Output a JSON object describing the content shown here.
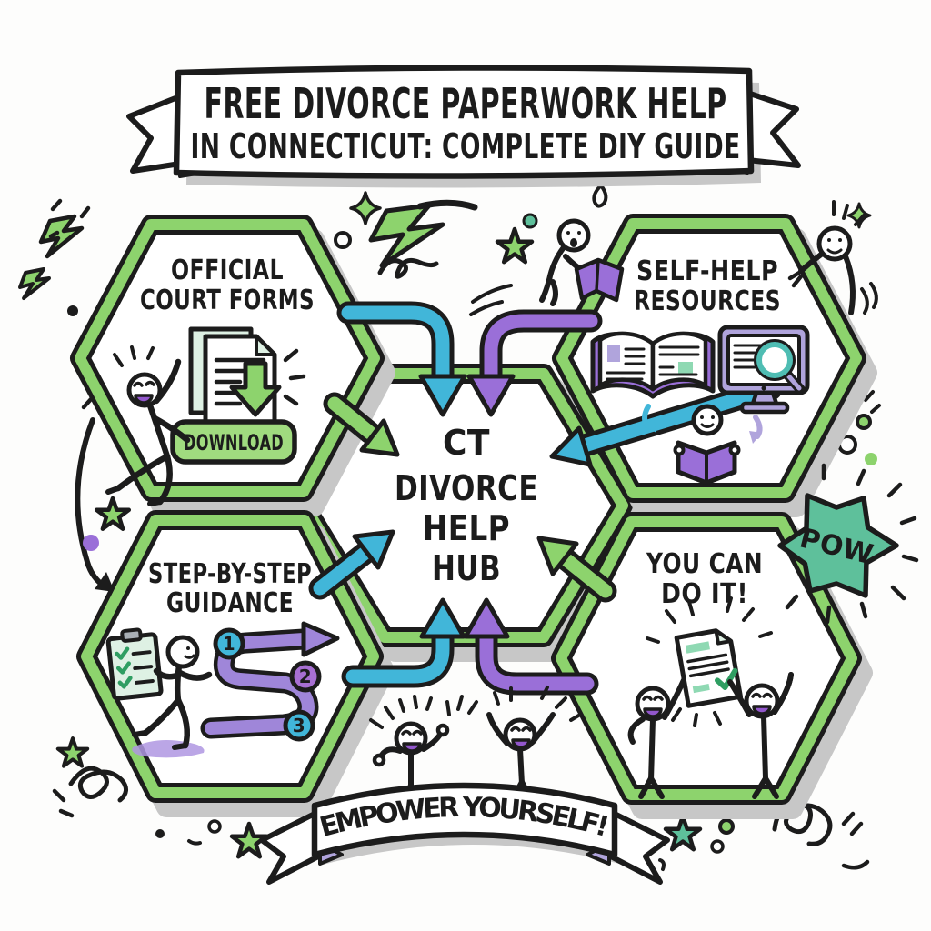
{
  "title_banner": {
    "line1": "FREE DIVORCE PAPERWORK HELP",
    "line2": "IN CONNECTICUT: COMPLETE DIY GUIDE"
  },
  "hub": {
    "line1": "CT",
    "line2": "DIVORCE",
    "line3": "HELP",
    "line4": "HUB"
  },
  "nodes": {
    "official_forms": {
      "title_line1": "OFFICIAL",
      "title_line2": "COURT FORMS",
      "button_label": "DOWNLOAD"
    },
    "self_help": {
      "title_line1": "SELF-HELP",
      "title_line2": "RESOURCES"
    },
    "guidance": {
      "title_line1": "STEP-BY-STEP",
      "title_line2": "GUIDANCE",
      "step1": "1",
      "step2": "2",
      "step3": "3"
    },
    "motivation": {
      "title_line1": "YOU CAN",
      "title_line2": "DO IT!"
    }
  },
  "stickers": {
    "pow": "POW"
  },
  "footer_banner": {
    "label": "EMPOWER YOURSELF!"
  },
  "icons": {
    "document_stack": "stacked pages with download arrow",
    "download_arrow": "⬇",
    "open_book": "open book",
    "monitor_magnifier": "computer screen with magnifying glass",
    "clipboard_checklist": "clipboard with checkmarks",
    "numbered_path": "winding path with steps 1-2-3",
    "certificate_check": "document with checkmark",
    "lightning_bolt": "⚡",
    "star": "★",
    "sparkle": "✦",
    "pow_burst": "comic burst"
  },
  "colors": {
    "ink": "#1c1c1c",
    "shadow": "#c7c7c7",
    "green": "#8dd36d",
    "green_light": "#a0db7f",
    "cyan": "#41b6d9",
    "purple": "#9a6fd8",
    "lavender": "#b0a4dc",
    "path_lavender": "#9f86d9",
    "teal": "#5ec09b",
    "teal_ring": "#4fbdb3",
    "mint": "#8fd9b3",
    "mint_pale": "#def1e4",
    "check_green": "#2f9e62",
    "mouth_purple": "#9257cc",
    "blob_lavender": "#af97e2",
    "step2_purple": "#a76fd2"
  }
}
